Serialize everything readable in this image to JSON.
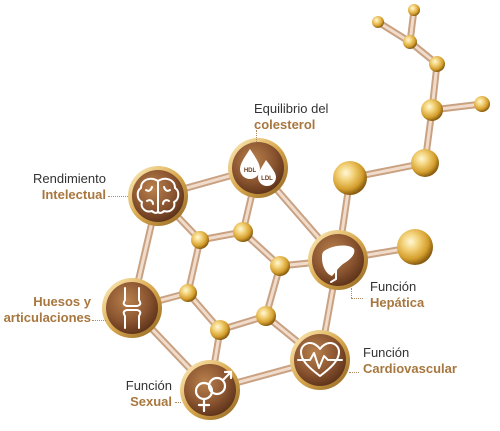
{
  "nodes": [
    {
      "id": "cholesterol",
      "label_line1": "Equilibrio del",
      "label_line2": "colesterol",
      "icon": "hdl-ldl-drops-icon",
      "icon_text_a": "HDL",
      "icon_text_b": "LDL"
    },
    {
      "id": "intellect",
      "label_line1": "Rendimiento",
      "label_line2": "Intelectual",
      "icon": "brain-icon"
    },
    {
      "id": "liver",
      "label_line1": "Función",
      "label_line2": "Hepática",
      "icon": "liver-icon"
    },
    {
      "id": "bones",
      "label_line1": "Huesos y",
      "label_line2": "articulaciones",
      "icon": "bone-joint-icon"
    },
    {
      "id": "cardio",
      "label_line1": "Función",
      "label_line2": "Cardiovascular",
      "icon": "heartbeat-icon"
    },
    {
      "id": "sexual",
      "label_line1": "Función",
      "label_line2": "Sexual",
      "icon": "gender-symbols-icon"
    }
  ],
  "colors": {
    "node_dark": "#6b3c1c",
    "node_light": "#b67c47",
    "bond": "#e3c4aa",
    "bond_edge": "#c79b7b",
    "sphere_light": "#fff6c9",
    "sphere_mid": "#e8bb48",
    "sphere_dark": "#9a6f17",
    "label_accent": "#a8773f"
  }
}
